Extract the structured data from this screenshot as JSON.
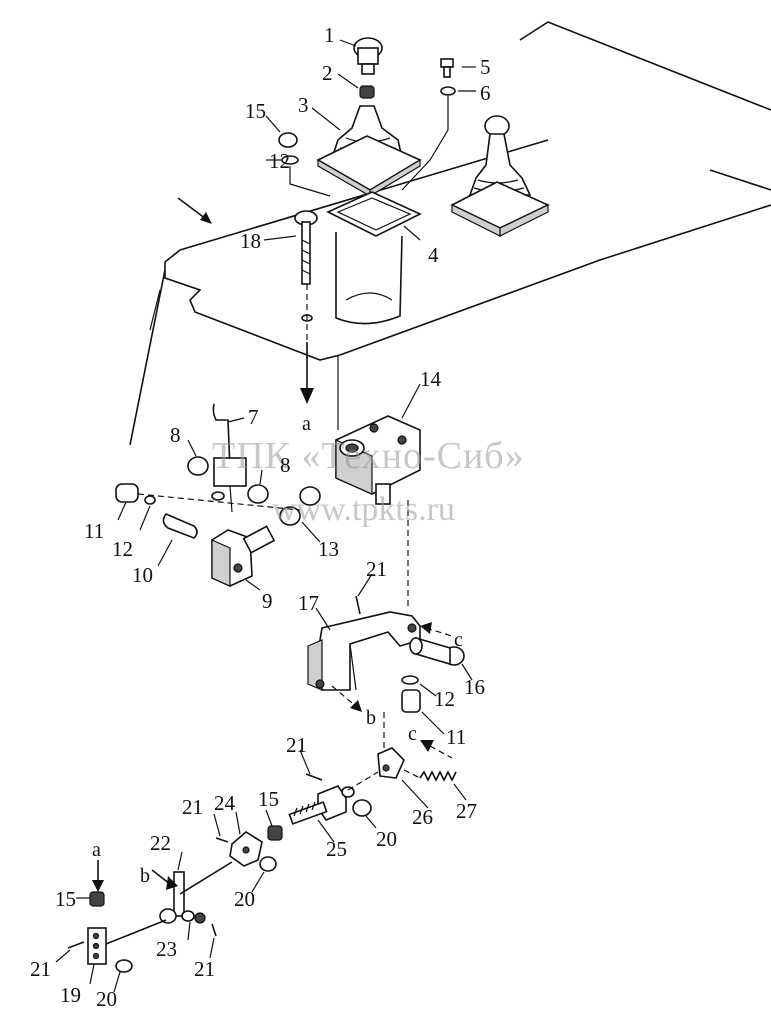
{
  "watermark": {
    "line1": "ТПК «Техно-Сиб»",
    "line2": "www.tpkts.ru"
  },
  "callouts": [
    {
      "id": "c1",
      "label": "1"
    },
    {
      "id": "c2",
      "label": "2"
    },
    {
      "id": "c3",
      "label": "3"
    },
    {
      "id": "c4",
      "label": "4"
    },
    {
      "id": "c5",
      "label": "5"
    },
    {
      "id": "c6",
      "label": "6"
    },
    {
      "id": "c7",
      "label": "7"
    },
    {
      "id": "c8a",
      "label": "8"
    },
    {
      "id": "c8b",
      "label": "8"
    },
    {
      "id": "c9",
      "label": "9"
    },
    {
      "id": "c10",
      "label": "10"
    },
    {
      "id": "c11a",
      "label": "11"
    },
    {
      "id": "c11b",
      "label": "11"
    },
    {
      "id": "c12a",
      "label": "12"
    },
    {
      "id": "c12b",
      "label": "12"
    },
    {
      "id": "c12c",
      "label": "12"
    },
    {
      "id": "c13",
      "label": "13"
    },
    {
      "id": "c14",
      "label": "14"
    },
    {
      "id": "c15a",
      "label": "15"
    },
    {
      "id": "c15b",
      "label": "15"
    },
    {
      "id": "c15c",
      "label": "15"
    },
    {
      "id": "c16",
      "label": "16"
    },
    {
      "id": "c17",
      "label": "17"
    },
    {
      "id": "c18",
      "label": "18"
    },
    {
      "id": "c19",
      "label": "19"
    },
    {
      "id": "c20a",
      "label": "20"
    },
    {
      "id": "c20b",
      "label": "20"
    },
    {
      "id": "c20c",
      "label": "20"
    },
    {
      "id": "c21a",
      "label": "21"
    },
    {
      "id": "c21b",
      "label": "21"
    },
    {
      "id": "c21c",
      "label": "21"
    },
    {
      "id": "c21d",
      "label": "21"
    },
    {
      "id": "c21e",
      "label": "21"
    },
    {
      "id": "c22",
      "label": "22"
    },
    {
      "id": "c23",
      "label": "23"
    },
    {
      "id": "c24",
      "label": "24"
    },
    {
      "id": "c25",
      "label": "25"
    },
    {
      "id": "c26",
      "label": "26"
    },
    {
      "id": "c27",
      "label": "27"
    }
  ],
  "pointers": [
    {
      "id": "pa1",
      "label": "a"
    },
    {
      "id": "pa2",
      "label": "a"
    },
    {
      "id": "pb1",
      "label": "b"
    },
    {
      "id": "pb2",
      "label": "b"
    },
    {
      "id": "pc1",
      "label": "c"
    },
    {
      "id": "pc2",
      "label": "c"
    }
  ]
}
